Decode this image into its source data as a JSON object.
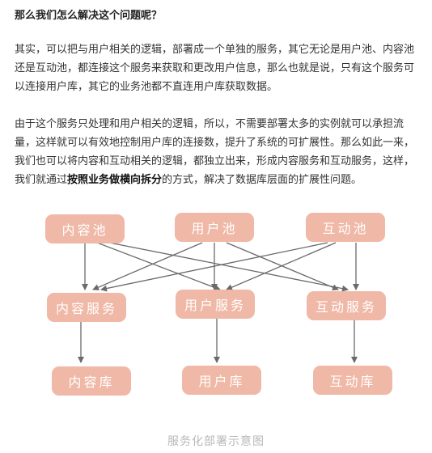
{
  "article": {
    "heading": "那么我们怎么解决这个问题呢？",
    "paragraph1": "其实，可以把与用户相关的逻辑，部署成一个单独的服务，其它无论是用户池、内容池还是互动池，都连接这个服务来获取和更改用户信息，那么也就是说，只有这个服务可以连接用户库，其它的业务池都不直连用户库获取数据。",
    "paragraph2_start": "由于这个服务只处理和用户相关的逻辑，所以，不需要部署太多的实例就可以承担流量，这样就可以有效地控制用户库的连接数，提升了系统的可扩展性。那么如此一来，我们也可以将内容和互动相关的逻辑，都独立出来，形成内容服务和互动服务，这样，我们就通过",
    "paragraph2_bold": "按照业务做横向拆分",
    "paragraph2_end": "的方式，解决了数据库层面的扩展性问题。"
  },
  "diagram": {
    "pools": [
      "内容池",
      "用户池",
      "互动池"
    ],
    "services": [
      "内容服务",
      "用户服务",
      "互动服务"
    ],
    "databases": [
      "内容库",
      "用户库",
      "互动库"
    ],
    "node_color": "#f0b8a6",
    "arrow_color": "#6a6a6a",
    "caption": "服务化部署示意图"
  }
}
